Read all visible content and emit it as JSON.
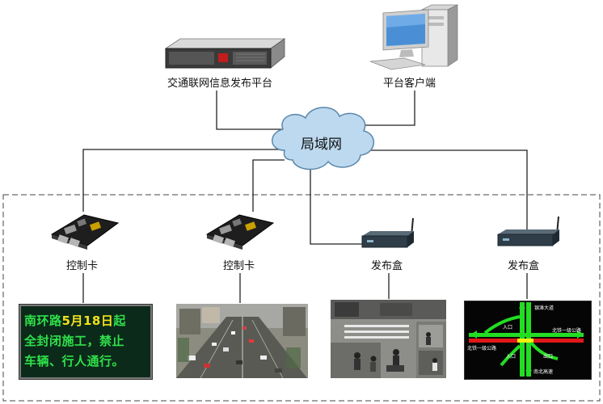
{
  "server": {
    "label": "交通联网信息发布平台",
    "icon": "rack-server-icon"
  },
  "client": {
    "label": "平台客户端",
    "icon": "desktop-pc-icon"
  },
  "network": {
    "label": "局域网",
    "icon": "cloud-icon"
  },
  "devices": [
    {
      "label": "控制卡",
      "icon": "control-board-icon"
    },
    {
      "label": "控制卡",
      "icon": "control-board-icon"
    },
    {
      "label": "发布盒",
      "icon": "router-box-icon"
    },
    {
      "label": "发布盒",
      "icon": "router-box-icon"
    }
  ],
  "led_sign": {
    "line1_a": "南环路",
    "line1_b": "5月18日",
    "line1_c": "起",
    "line2": "全封闭施工，禁止",
    "line3": "车辆、行人通行。"
  },
  "traffic_map": {
    "top": "银滩大道",
    "right": "北铁一级公路",
    "left": "北铁一级公路",
    "entry_top": "入口",
    "entry_bottom": "入口",
    "exit": "出口",
    "bottom": "南北高速"
  },
  "colors": {
    "led_bg": "#0c2a1a",
    "led_green": "#2fe04a",
    "led_yellow": "#f2e21c",
    "road_green": "#22dd22",
    "road_red": "#e01818",
    "road_yellow": "#f0f010",
    "cloud": "#bcd9ef"
  }
}
